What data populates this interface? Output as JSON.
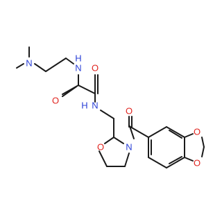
{
  "molecule": {
    "atoms": {
      "n_dimethylamine": "N",
      "n_amide_upper": "N",
      "h_amide_upper": "H",
      "o_carbonyl_left": "O",
      "o_carbonyl_right": "O",
      "n_amide_lower": "N",
      "h_amide_lower": "H",
      "o_oxazolidine": "O",
      "n_oxazolidine": "N",
      "o_ketone": "O",
      "o_dioxole_upper": "O",
      "o_dioxole_lower": "O"
    },
    "colors": {
      "carbon_bond": "#1a1a1a",
      "oxygen": "#e0241f",
      "nitrogen": "#2a3fd6"
    }
  }
}
